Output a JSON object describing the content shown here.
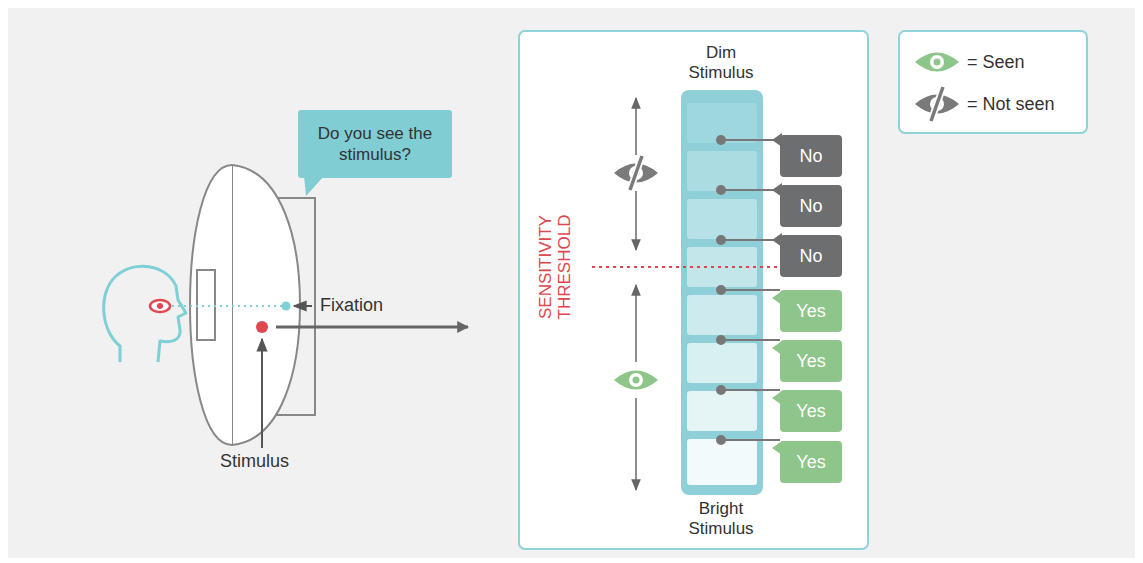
{
  "diagram": {
    "nodes": [
      {
        "text": [
          "Do you see the stimulus?"
        ]
      },
      {
        "text": [
          "Dim Stimulus",
          "Bright Stimulus"
        ]
      },
      {
        "text": [
          "No"
        ],
        "in": 1
      },
      {
        "text": [
          "No"
        ],
        "in": 1
      },
      {
        "text": [
          "No"
        ],
        "in": 1
      },
      {
        "text": [
          "Yes"
        ],
        "in": 1
      },
      {
        "text": [
          "Yes"
        ],
        "in": 1
      },
      {
        "text": [
          "Yes"
        ],
        "in": 1
      },
      {
        "text": [
          "Yes"
        ],
        "in": 1
      }
    ],
    "labels": [
      "Fixation",
      "Stimulus",
      "SENSITIVITY THRESHOLD"
    ],
    "legend": [
      {
        "text": "= Seen"
      },
      {
        "text": "= Not seen"
      }
    ]
  }
}
